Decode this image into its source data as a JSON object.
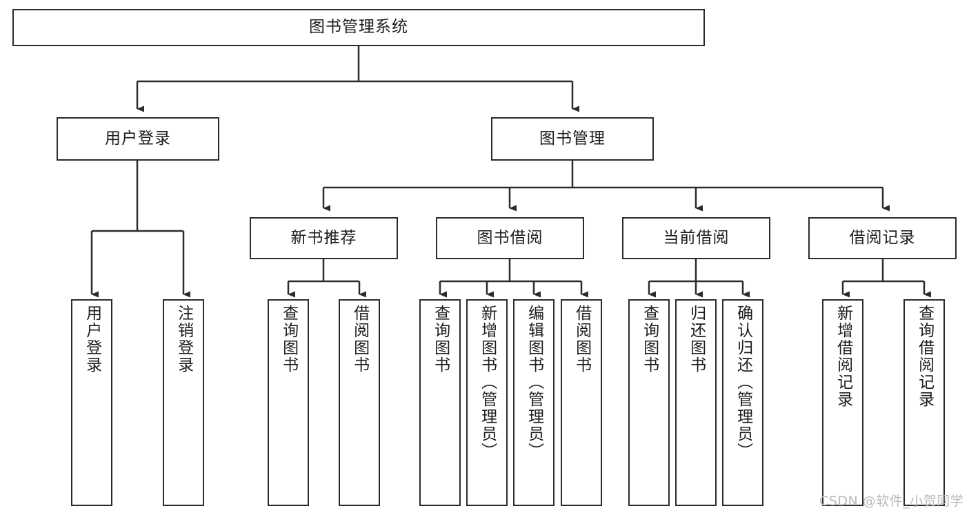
{
  "diagram": {
    "title": "图书管理系统",
    "type": "tree-hierarchy-chart",
    "orientation": "top-down",
    "colors": {
      "box_border": "#2b2b2b",
      "box_fill": "#ffffff",
      "edge": "#2b2b2b",
      "text": "#1d1d1d",
      "watermark": "#b9b9b9",
      "background": "#ffffff"
    }
  },
  "root": {
    "label": "图书管理系统"
  },
  "level2": [
    {
      "label": "用户登录"
    },
    {
      "label": "图书管理"
    }
  ],
  "level3": [
    {
      "label": "新书推荐"
    },
    {
      "label": "图书借阅"
    },
    {
      "label": "当前借阅"
    },
    {
      "label": "借阅记录"
    }
  ],
  "leaves": {
    "user_login": [
      {
        "label": "用户登录"
      },
      {
        "label": "注销登录"
      }
    ],
    "new_book_recommend": [
      {
        "label": "查询图书"
      },
      {
        "label": "借阅图书"
      }
    ],
    "book_borrow": [
      {
        "label": "查询图书"
      },
      {
        "label": "新增图书（管理员）"
      },
      {
        "label": "编辑图书（管理员）"
      },
      {
        "label": "借阅图书"
      }
    ],
    "current_borrow": [
      {
        "label": "查询图书"
      },
      {
        "label": "归还图书"
      },
      {
        "label": "确认归还（管理员）"
      }
    ],
    "borrow_record": [
      {
        "label": "新增借阅记录"
      },
      {
        "label": "查询借阅记录"
      }
    ]
  },
  "watermark": {
    "text": "CSDN @软件_小贺同学"
  }
}
